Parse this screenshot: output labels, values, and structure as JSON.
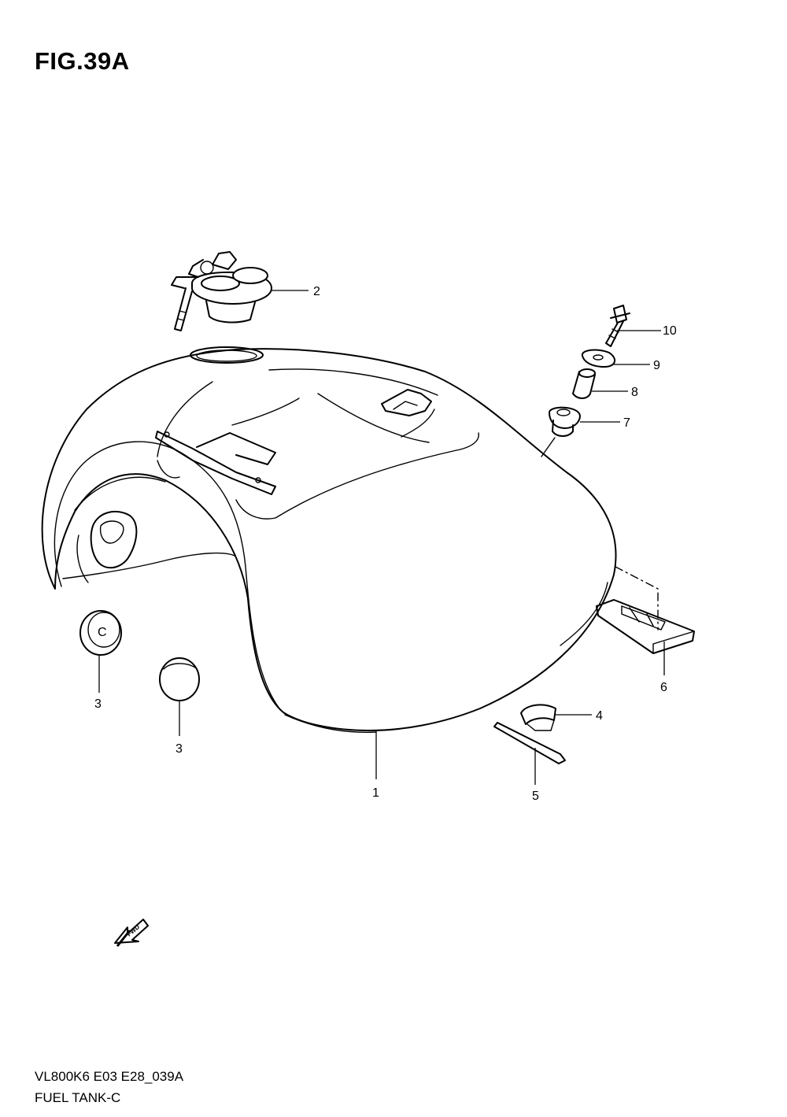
{
  "figure": {
    "title": "FIG.39A"
  },
  "callouts": {
    "part_1": "1",
    "part_2": "2",
    "part_3a": "3",
    "part_3b": "3",
    "part_4": "4",
    "part_5": "5",
    "part_6": "6",
    "part_7": "7",
    "part_8": "8",
    "part_9": "9",
    "part_10": "10"
  },
  "direction_arrow": {
    "label": "FWD",
    "icon": "fwd-arrow-icon"
  },
  "footer": {
    "code": "VL800K6 E03 E28_039A",
    "name": "FUEL TANK-C"
  }
}
